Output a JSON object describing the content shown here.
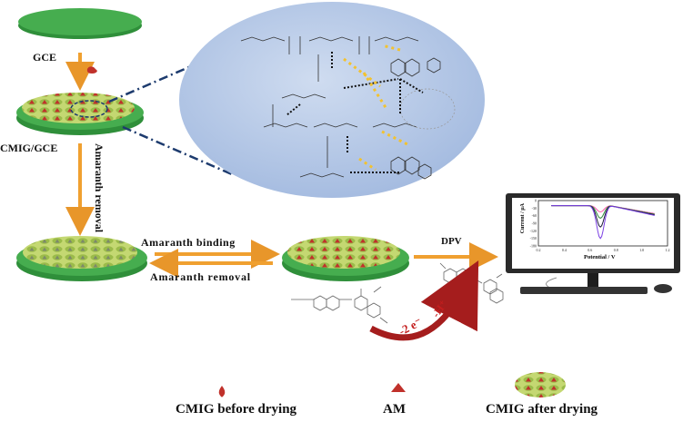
{
  "labels": {
    "gce": "GCE",
    "cmig_gce": "CMIG/GCE",
    "vertical_removal": "Amaranth removal",
    "binding": "Amaranth binding",
    "removal": "Amaranth removal",
    "dpv": "DPV",
    "reaction_electrons": "-2 e⁻",
    "reaction_protons": "-H⁺"
  },
  "monitor_plot": {
    "ylabel": "Current / μA",
    "xlabel": "Potential / V",
    "xticks": [
      "0.2",
      "0.4",
      "0.6",
      "0.8",
      "1.0",
      "1.2"
    ],
    "yticks": [
      "0",
      "-30",
      "-60",
      "-90",
      "-120",
      "-150",
      "-180"
    ],
    "peak_potential_V": 0.68,
    "curves": [
      {
        "color": "#ff55aa",
        "peak_uA": -45
      },
      {
        "color": "#2e8b3a",
        "peak_uA": -70
      },
      {
        "color": "#1a1a3a",
        "peak_uA": -105
      },
      {
        "color": "#7b3fe4",
        "peak_uA": -150
      }
    ]
  },
  "legend": [
    {
      "icon": "droplet-icon",
      "label": "CMIG before drying"
    },
    {
      "icon": "triangle-icon",
      "label": "AM"
    },
    {
      "icon": "cmig-film-icon",
      "label": "CMIG after drying"
    }
  ],
  "colors": {
    "electrode_green": "#3aa346",
    "film_yellow_green": "#b7cf63",
    "amaranth_red": "#c0312b",
    "arrow_orange": "#f0a030",
    "zoom_circle_blue": "#b8cbe6",
    "reaction_arrow": "#a51d1d"
  }
}
